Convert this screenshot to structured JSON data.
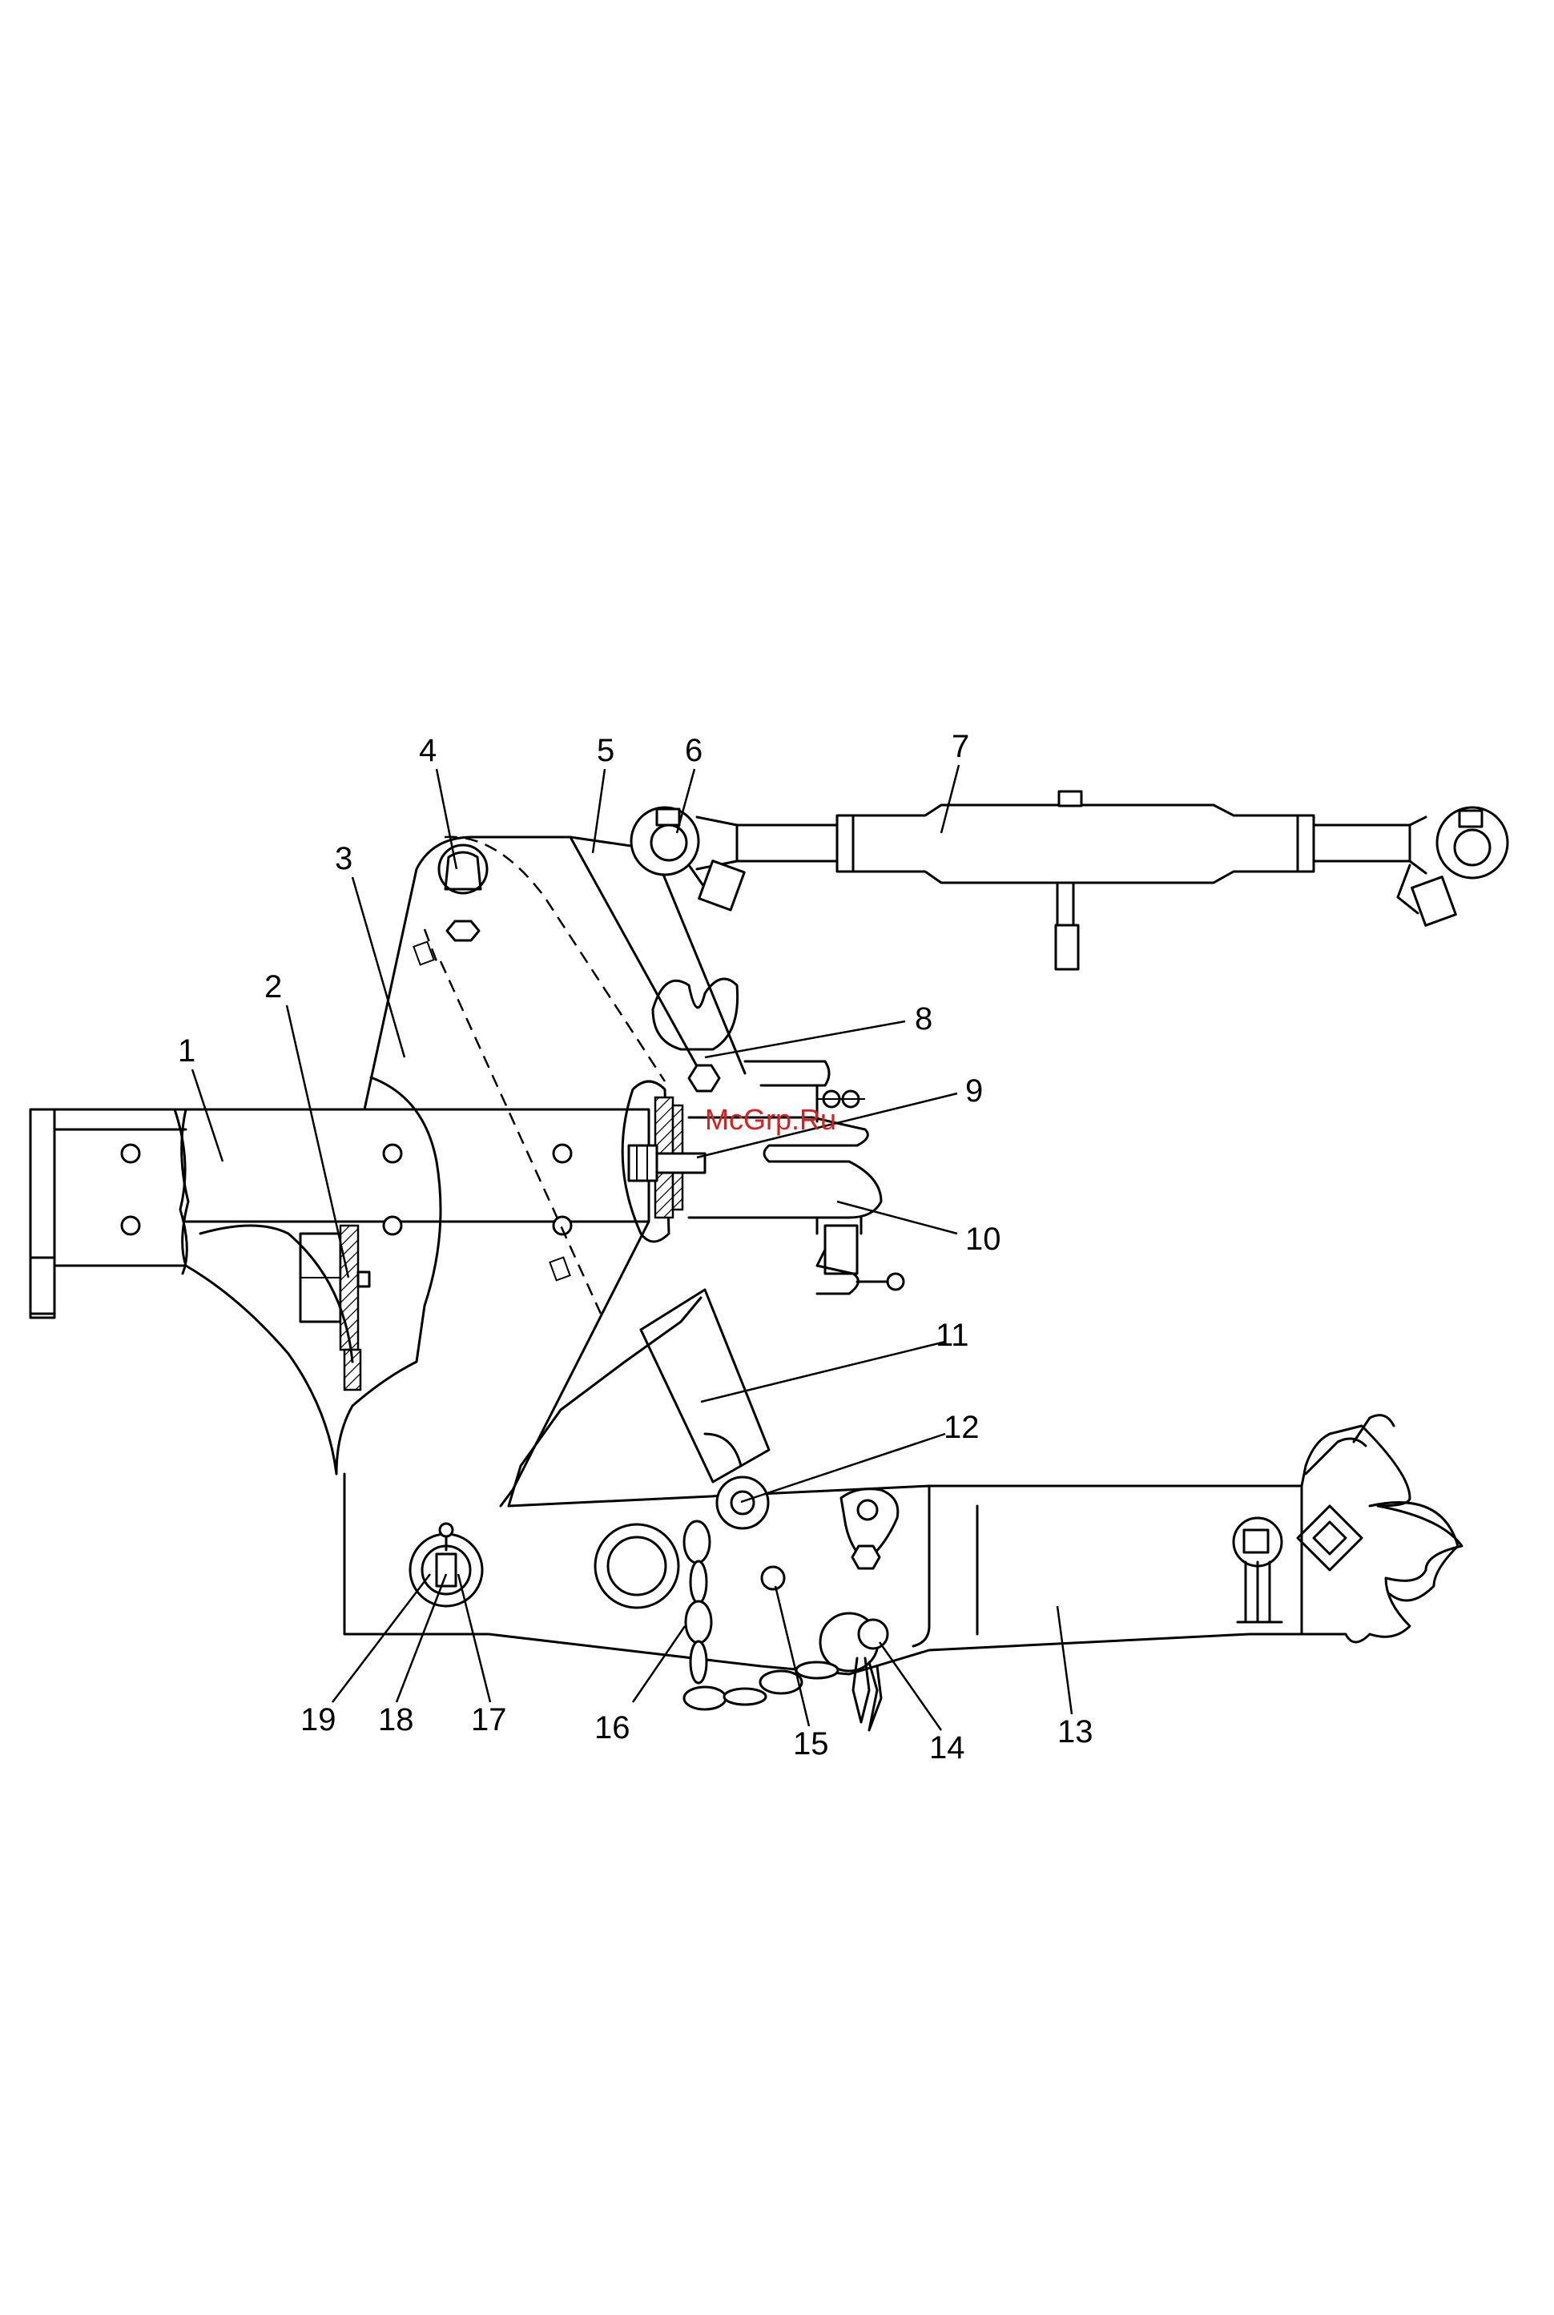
{
  "watermark": "McGrp.Ru",
  "callouts": [
    {
      "id": "1",
      "label": "1"
    },
    {
      "id": "2",
      "label": "2"
    },
    {
      "id": "3",
      "label": "3"
    },
    {
      "id": "4",
      "label": "4"
    },
    {
      "id": "5",
      "label": "5"
    },
    {
      "id": "6",
      "label": "6"
    },
    {
      "id": "7",
      "label": "7"
    },
    {
      "id": "8",
      "label": "8"
    },
    {
      "id": "9",
      "label": "9"
    },
    {
      "id": "10",
      "label": "10"
    },
    {
      "id": "11",
      "label": "11"
    },
    {
      "id": "12",
      "label": "12"
    },
    {
      "id": "13",
      "label": "13"
    },
    {
      "id": "14",
      "label": "14"
    },
    {
      "id": "15",
      "label": "15"
    },
    {
      "id": "16",
      "label": "16"
    },
    {
      "id": "17",
      "label": "17"
    },
    {
      "id": "18",
      "label": "18"
    },
    {
      "id": "19",
      "label": "19"
    }
  ]
}
